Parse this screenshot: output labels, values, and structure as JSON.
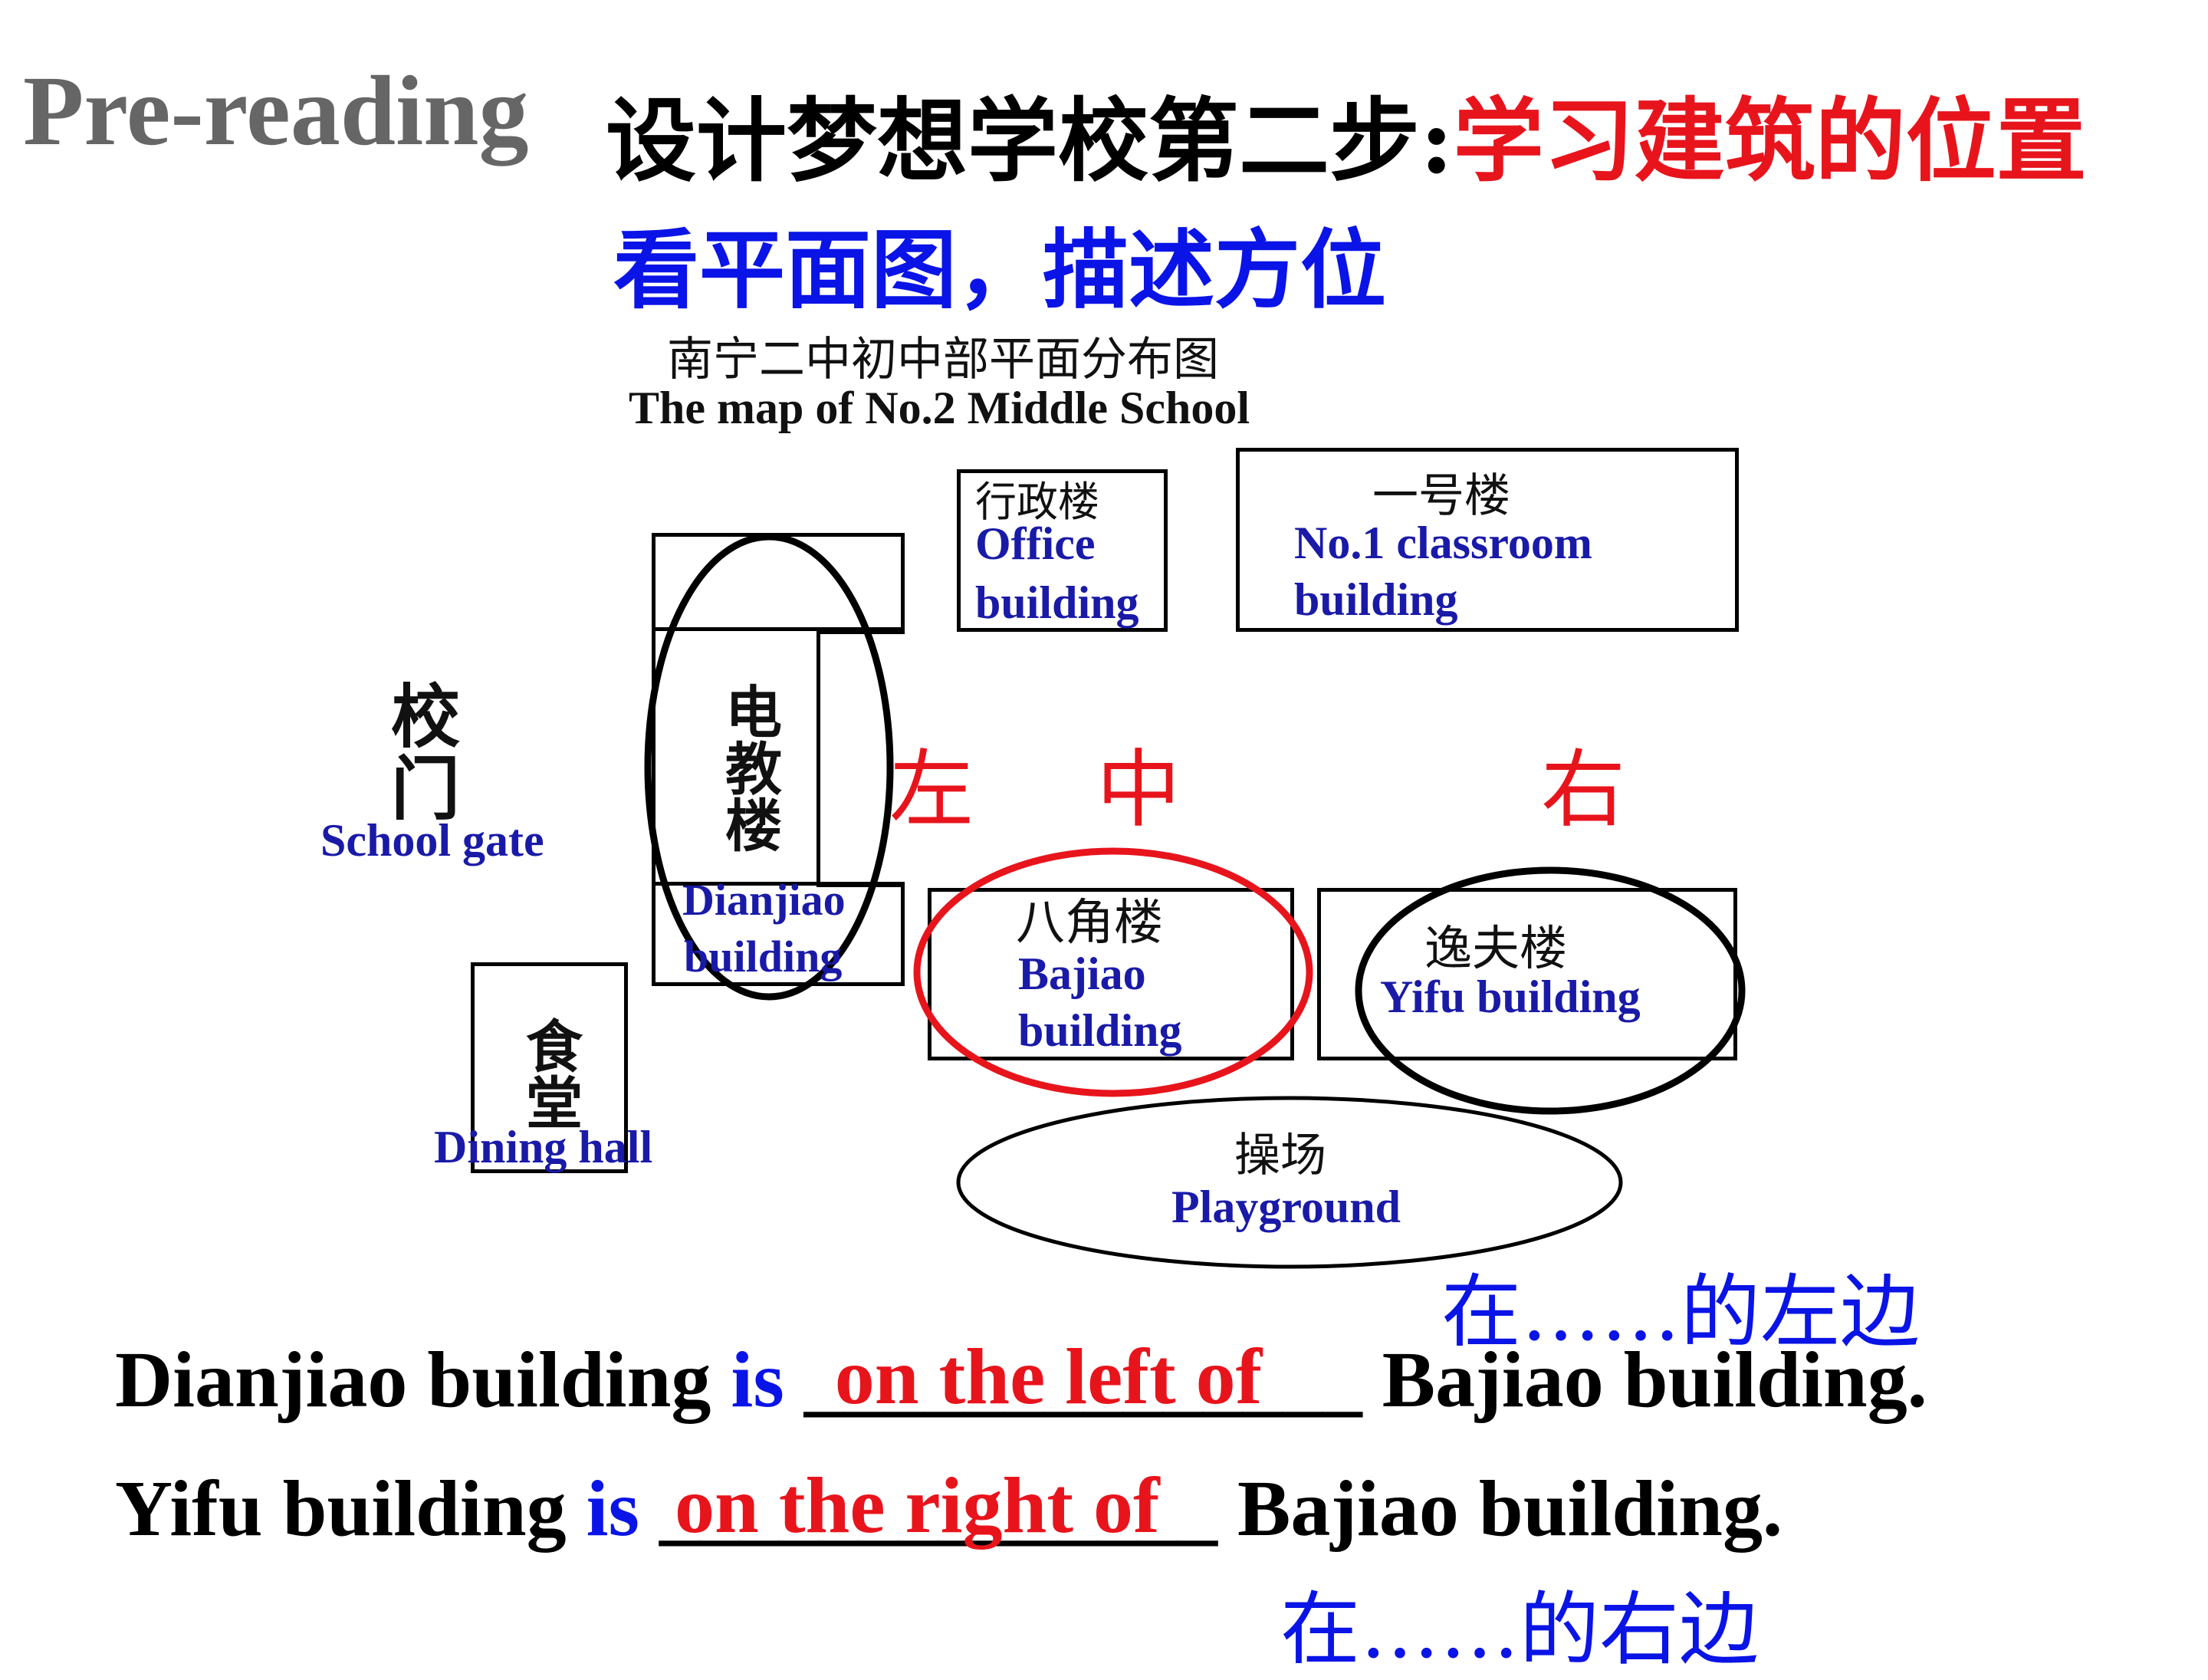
{
  "header": {
    "prereading": "Pre-reading",
    "title_black": "设计梦想学校第二步:",
    "title_red": "学习建筑的位置",
    "subtitle": "看平面图，描述方位"
  },
  "map": {
    "title_cn": "南宁二中初中部平面分布图",
    "title_en": "The map of No.2 Middle School",
    "office": {
      "cn": "行政楼",
      "en1": "Office",
      "en2": "building"
    },
    "classroom": {
      "cn": "一号楼",
      "en1": "No.1 classroom",
      "en2": "building"
    },
    "dianjiao": {
      "cn1": "电",
      "cn2": "教",
      "cn3": "楼",
      "en1": "Dianjiao",
      "en2": "building"
    },
    "gate": {
      "cn1": "校",
      "cn2": "门",
      "en": "School gate"
    },
    "bajiao": {
      "cn": "八角楼",
      "en1": "Bajiao",
      "en2": "building"
    },
    "yifu": {
      "cn": "逸夫楼",
      "en": "Yifu building"
    },
    "dining": {
      "cn1": "食",
      "cn2": "堂",
      "en": "Dining hall"
    },
    "playground": {
      "cn": "操场",
      "en": "Playground"
    },
    "positions": {
      "left": "左",
      "middle": "中",
      "right": "右"
    }
  },
  "sentences": {
    "s1": {
      "subject": "Dianjiao building",
      "verb": "is",
      "answer": "on the left of",
      "blank": "______________",
      "object": "Bajiao building.",
      "gloss": "在……的左边"
    },
    "s2": {
      "subject": "Yifu building",
      "verb": "is",
      "answer": "on the right of",
      "blank": "______________",
      "object": "Bajiao building.",
      "gloss": "在……的右边"
    }
  },
  "colors": {
    "blue": "#0a14e6",
    "red": "#e8141c",
    "gray": "#666666",
    "navy": "#1a1aa8"
  }
}
